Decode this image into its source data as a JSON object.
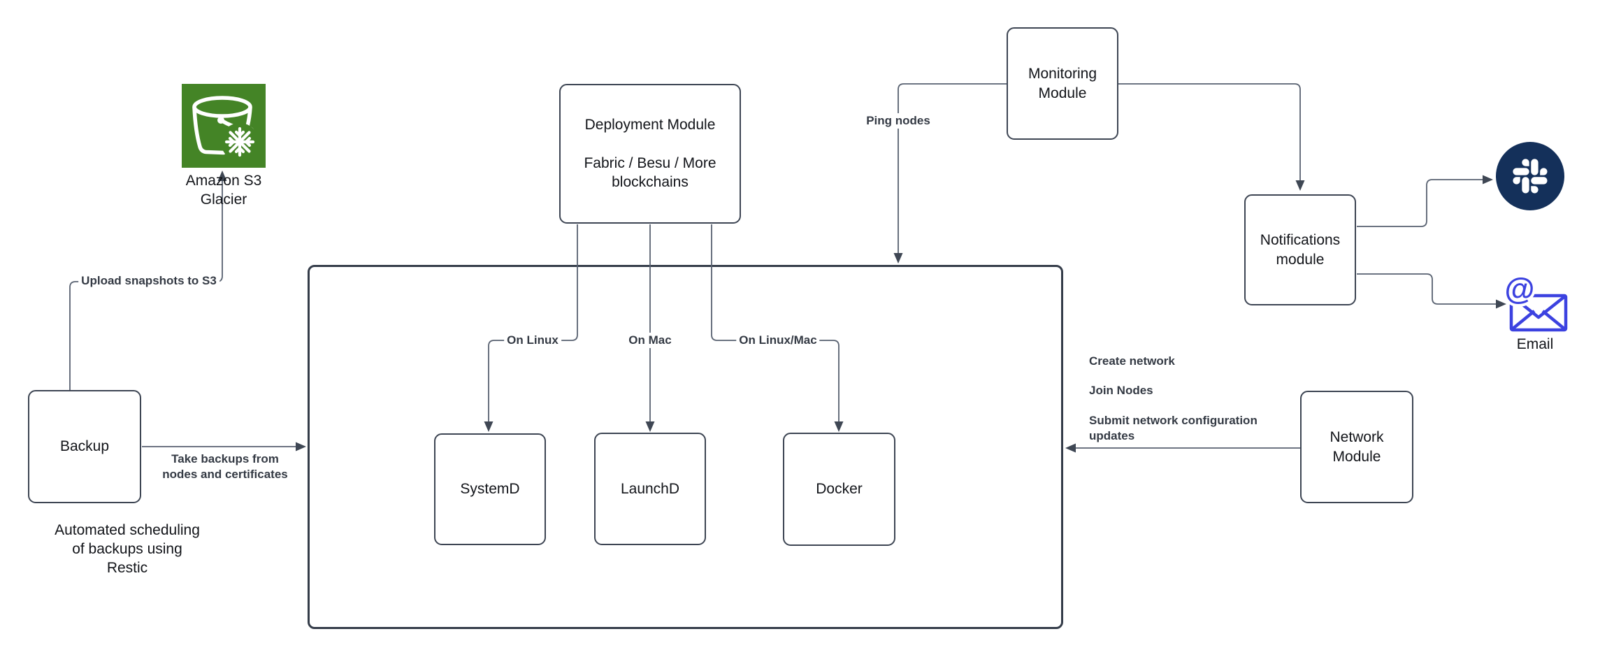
{
  "diagram": {
    "nodes": {
      "s3": {
        "label": "Amazon S3\nGlacier"
      },
      "backup": {
        "label": "Backup"
      },
      "backup_caption": "Automated scheduling\nof backups using\nRestic",
      "deployment": {
        "label": "Deployment Module\n\nFabric / Besu / More\nblockchains"
      },
      "systemd": {
        "label": "SystemD"
      },
      "launchd": {
        "label": "LaunchD"
      },
      "docker": {
        "label": "Docker"
      },
      "monitoring": {
        "label": "Monitoring\nModule"
      },
      "notifications": {
        "label": "Notifications\nmodule"
      },
      "network": {
        "label": "Network\nModule"
      },
      "email": {
        "label": "Email",
        "at_glyph": "@"
      }
    },
    "edge_labels": {
      "upload": "Upload snapshots to S3",
      "take_backups": "Take backups from\nnodes and certificates",
      "on_linux": "On Linux",
      "on_mac": "On Mac",
      "on_linux_mac": "On Linux/Mac",
      "ping": "Ping nodes",
      "create_network": "Create network",
      "join_nodes": "Join Nodes",
      "submit_updates": "Submit network configuration\nupdates"
    },
    "colors": {
      "box_border": "#3d4553",
      "container_border": "#343c49",
      "connector": "#586170",
      "arrowhead": "#3f4754",
      "s3_green": "#448426",
      "slack_navy": "#14305a",
      "email_blue": "#3c42e0",
      "node_text": "#121419",
      "edge_label_text": "#343a44"
    }
  }
}
